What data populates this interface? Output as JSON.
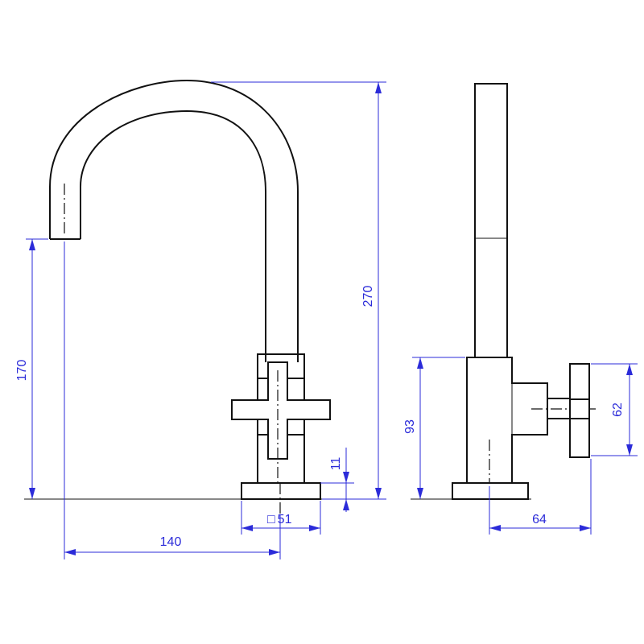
{
  "colors": {
    "object_line": "#111111",
    "dimension": "#2b2bd9",
    "background": "#ffffff"
  },
  "dimensions": {
    "overall_height": "270",
    "spout_outlet_height": "170",
    "spout_reach": "140",
    "base_square_prefix": "□",
    "base_square": "51",
    "base_thickness": "11",
    "body_height": "93",
    "handle_height": "62",
    "handle_reach": "64"
  }
}
